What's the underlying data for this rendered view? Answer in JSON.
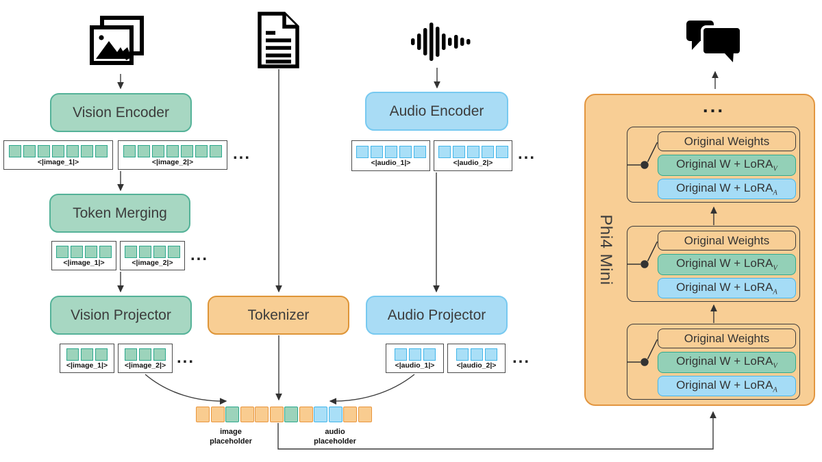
{
  "nodes": {
    "vision_encoder": "Vision Encoder",
    "token_merging": "Token Merging",
    "vision_projector": "Vision Projector",
    "tokenizer": "Tokenizer",
    "audio_encoder": "Audio Encoder",
    "audio_projector": "Audio Projector"
  },
  "strips": {
    "vision_encoded": {
      "squares": 7,
      "color": "green",
      "label_1": "<|image_1|>",
      "label_2": "<|image_2|>"
    },
    "vision_merged": {
      "squares": 4,
      "color": "green",
      "label_1": "<|image_1|>",
      "label_2": "<|image_2|>"
    },
    "vision_projected": {
      "squares": 3,
      "color": "green",
      "label_1": "<|image_1|>",
      "label_2": "<|image_2|>"
    },
    "audio_encoded": {
      "squares": 5,
      "color": "blue",
      "label_1": "<|audio_1|>",
      "label_2": "<|audio_2|>"
    },
    "audio_projected": {
      "squares": 3,
      "color": "blue",
      "label_1": "<|audio_1|>",
      "label_2": "<|audio_2|>"
    }
  },
  "ellipsis": "...",
  "merged_sequence": [
    "orange",
    "orange",
    "green",
    "orange",
    "orange",
    "orange",
    "green",
    "orange",
    "blue",
    "blue",
    "orange",
    "orange"
  ],
  "placeholders": {
    "image": "image placeholder",
    "audio": "audio placeholder"
  },
  "phi": {
    "name": "Phi4 Mini",
    "ellipsis": "...",
    "block_count": 3,
    "block": {
      "original_weights": "Original Weights",
      "lora_base": "Original W + LoRA",
      "vision_sub": "V",
      "audio_sub": "A"
    }
  },
  "icons": {
    "vision_input": "images-icon",
    "text_input": "document-icon",
    "audio_input": "audio-waveform-icon",
    "output": "chat-bubbles-icon"
  },
  "colors": {
    "green_fill": "#A7D7C2",
    "green_border": "#54B298",
    "green_square_fill": "#9CD3BB",
    "green_square_border": "#2BA78C",
    "blue_fill": "#A9DCF5",
    "blue_border": "#77C9F0",
    "blue_square_fill": "#A9DFF7",
    "blue_square_border": "#41B5E9",
    "orange_fill": "#F8CE94",
    "orange_border": "#DE9538",
    "orange_square_fill": "#F9CC90",
    "orange_square_border": "#E8953C",
    "text": "#3C3C3C",
    "line": "#3a3a3a"
  }
}
